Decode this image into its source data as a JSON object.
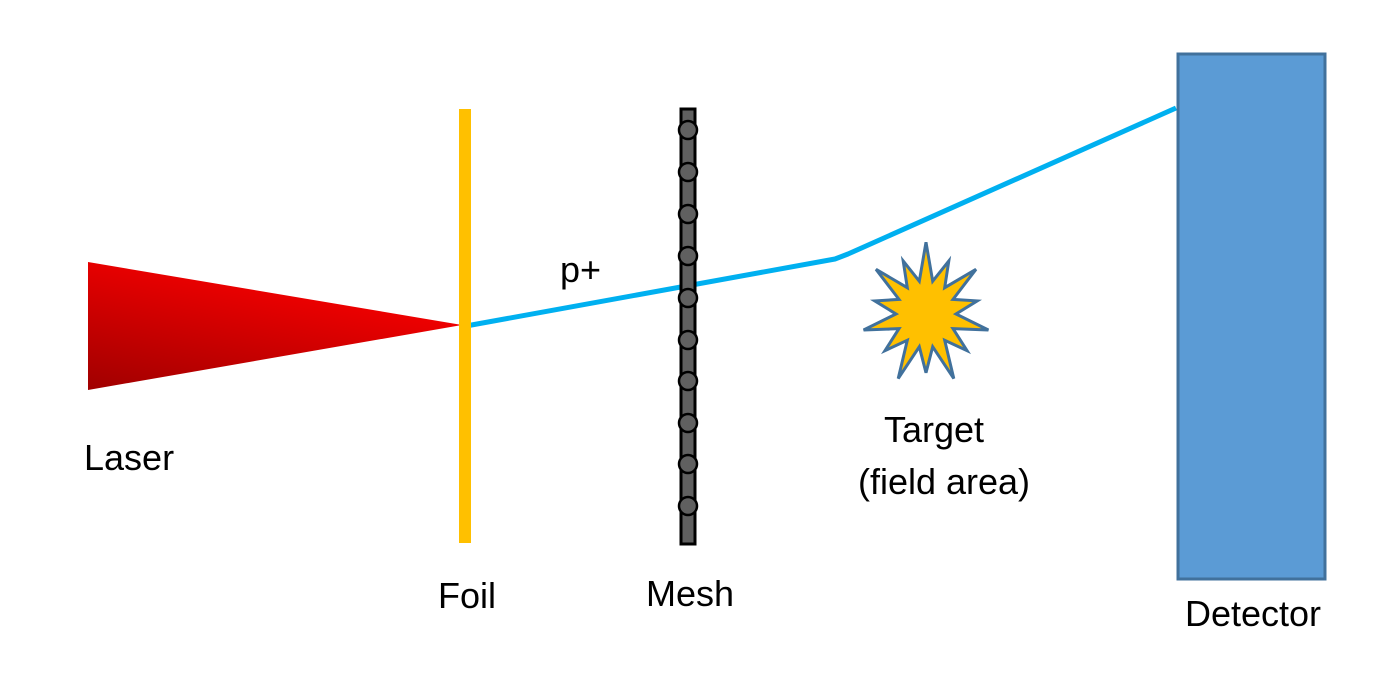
{
  "labels": {
    "laser": "Laser",
    "foil": "Foil",
    "mesh": "Mesh",
    "proton": "p+",
    "target_line1": "Target",
    "target_line2": "(field area)",
    "detector": "Detector"
  },
  "colors": {
    "laser_light": "#FF0000",
    "laser_dark": "#A00000",
    "foil": "#FFC000",
    "mesh_fill": "#606060",
    "mesh_stroke": "#000000",
    "beam": "#00B0F0",
    "target_fill": "#FFC000",
    "target_stroke": "#41719C",
    "detector_fill": "#5B9BD5",
    "detector_stroke": "#41719C"
  }
}
